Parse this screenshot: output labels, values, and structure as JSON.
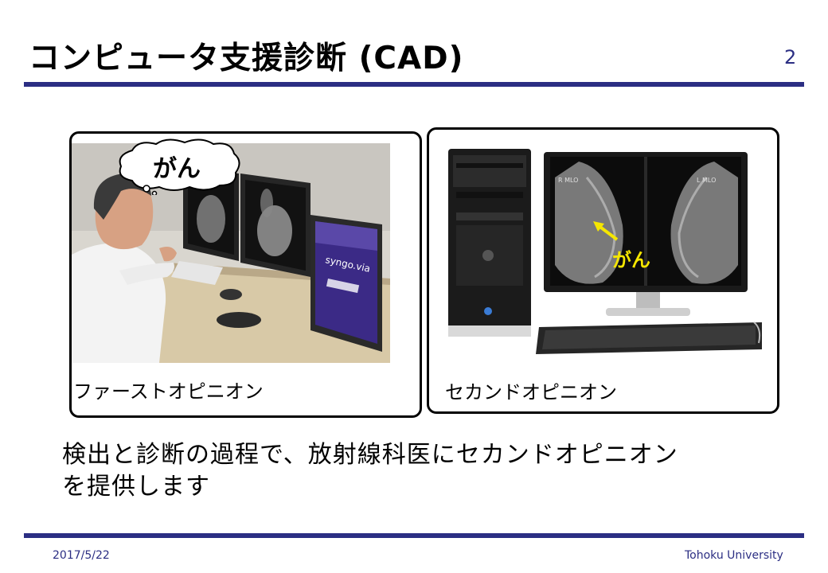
{
  "slide": {
    "title": "コンピュータ支援診断 (CAD)",
    "page_number": "2"
  },
  "left_panel": {
    "bubble_text": "がん",
    "monitor_text": "syngo.via",
    "caption": "ファーストオピニオン"
  },
  "right_panel": {
    "mammo_label_left": "R MLO",
    "mammo_label_right": "L MLO",
    "annotation": "がん",
    "caption": "セカンドオピニオン"
  },
  "body": {
    "line1": "検出と診断の過程で、放射線科医にセカンドオピニオン",
    "line2": "を提供します"
  },
  "footer": {
    "date": "2017/5/22",
    "organization": "Tohoku University"
  },
  "colors": {
    "accent": "#2b2e83",
    "annotation": "#f5e600"
  }
}
